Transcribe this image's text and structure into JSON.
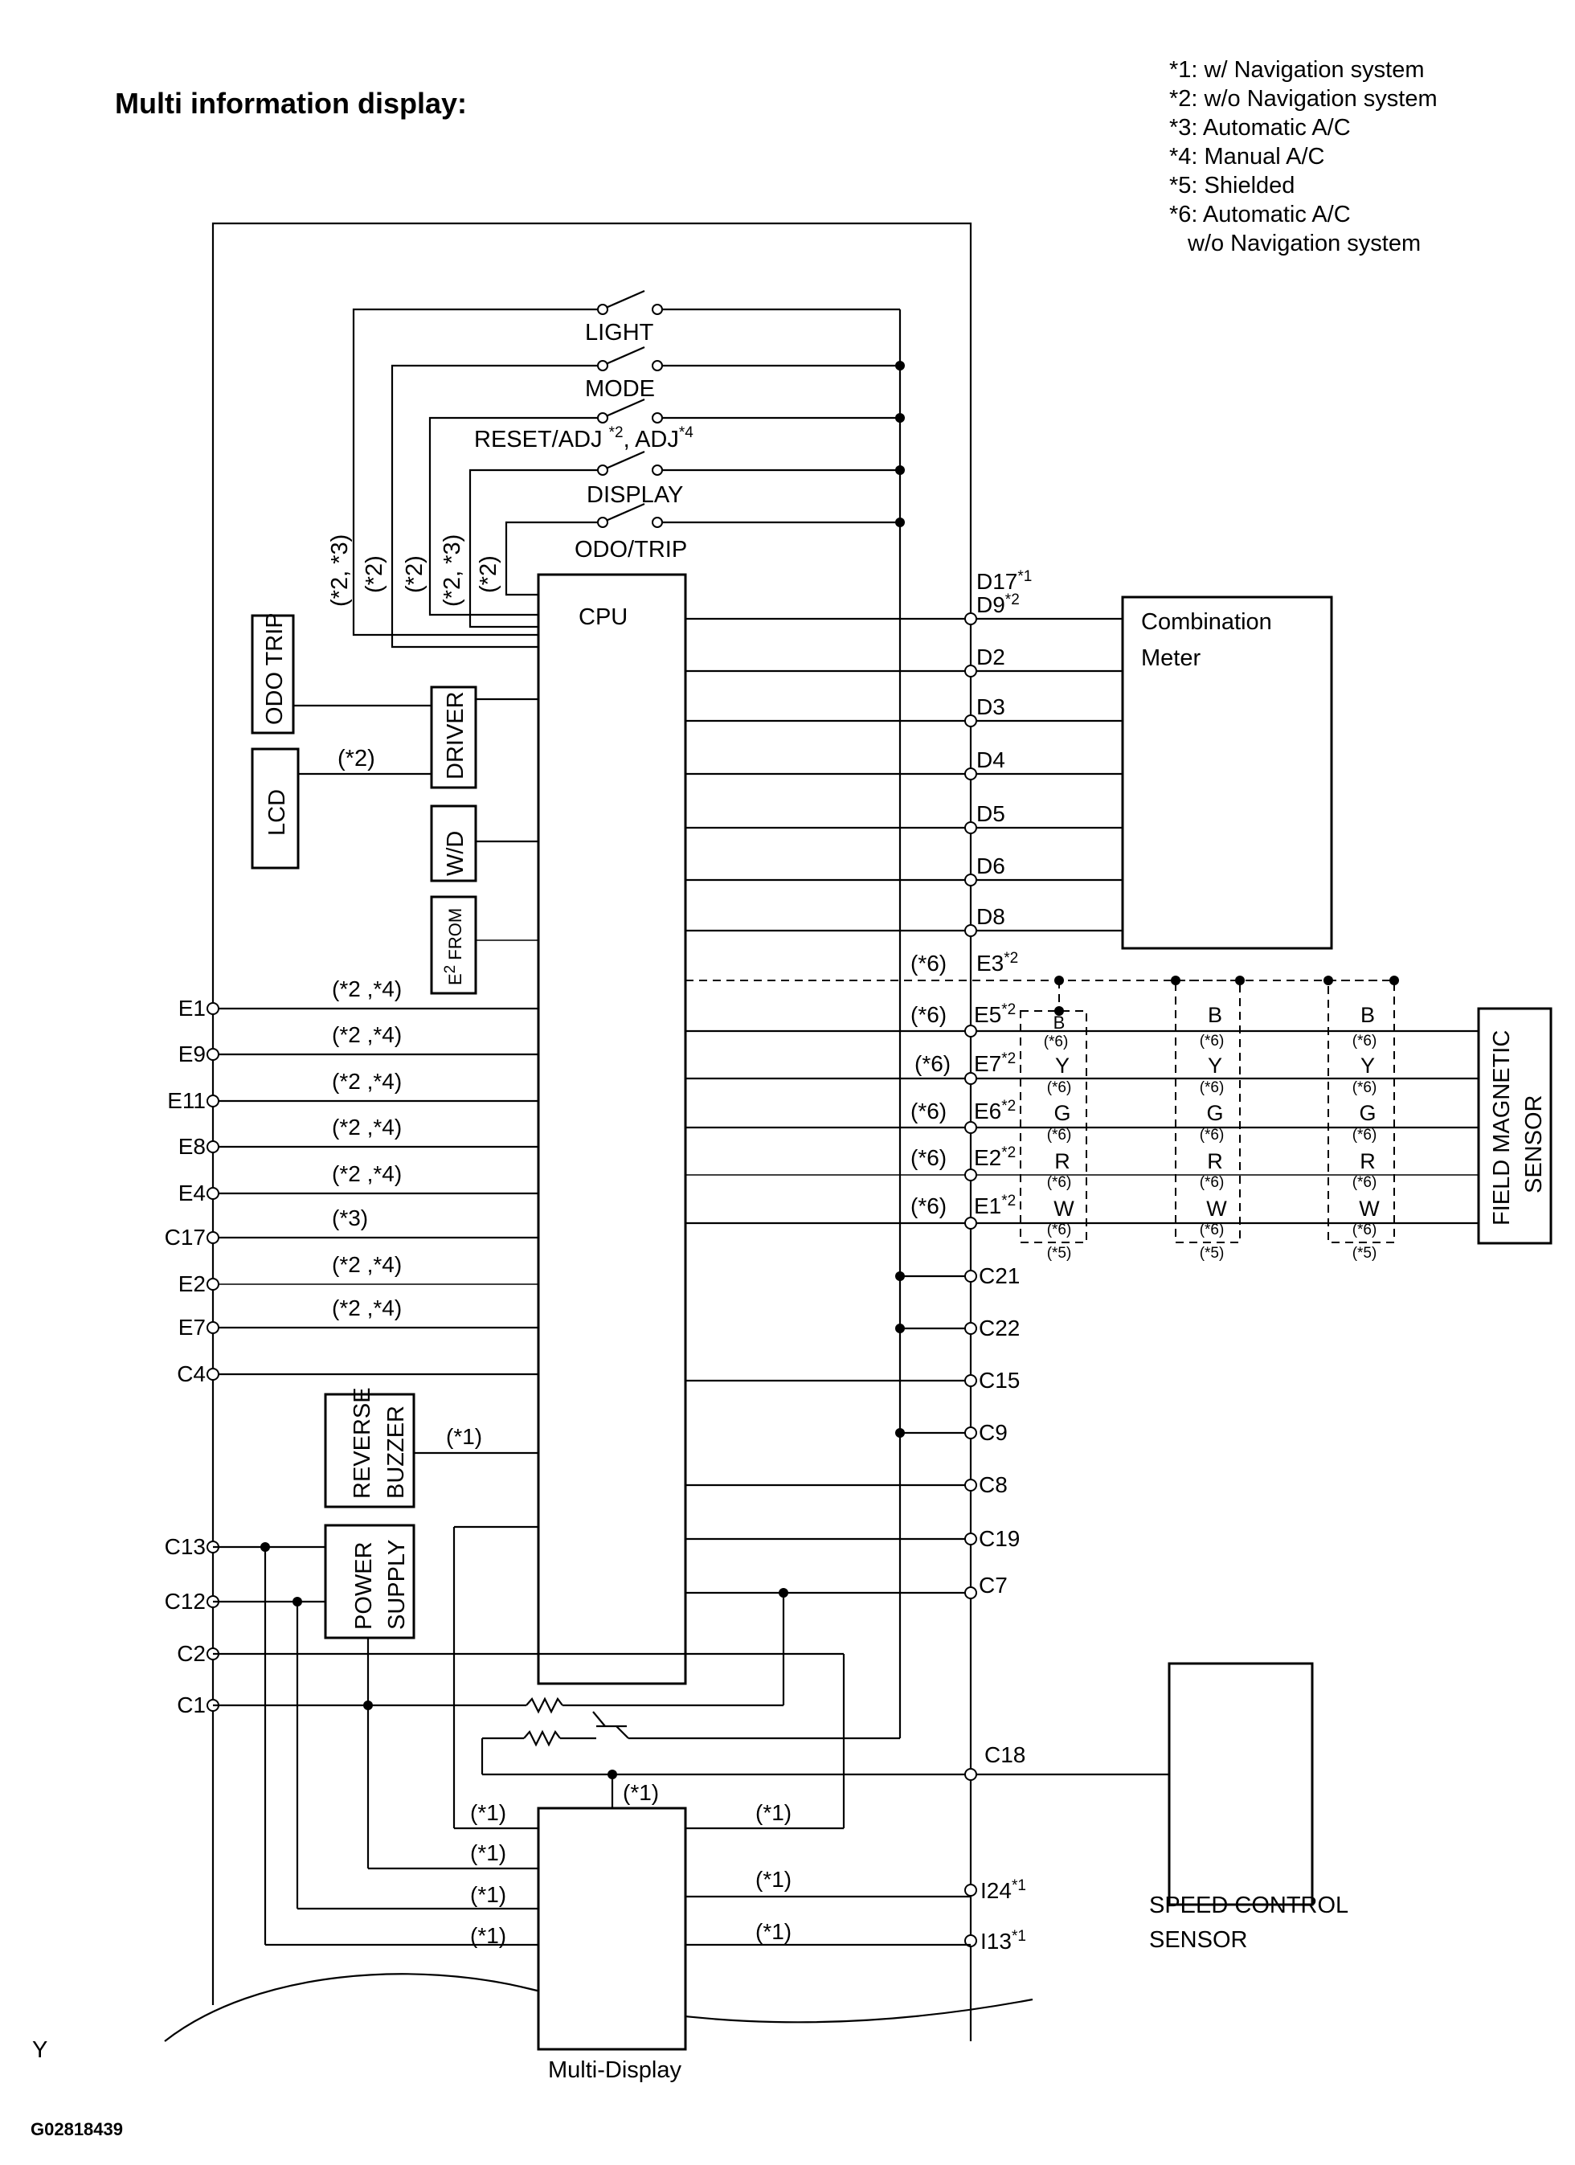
{
  "title": "Multi information display:",
  "notes": [
    "*1: w/ Navigation system",
    "*2: w/o Navigation system",
    "*3: Automatic A/C",
    "*4: Manual A/C",
    "*5: Shielded",
    "*6: Automatic A/C",
    "w/o Navigation system"
  ],
  "switches": [
    "LIGHT",
    "MODE",
    "RESET/ADJ",
    "DISPLAY",
    "ODO/TRIP"
  ],
  "reset_note": {
    "sup1": "*2",
    "adj": ", ADJ",
    "sup2": "*4"
  },
  "switch_wire_notes": [
    "(*2, *3)",
    "(*2)",
    "(*2)",
    "(*2, *3)",
    "(*2)"
  ],
  "components": {
    "cpu": "CPU",
    "odo_trip": "ODO TRIP",
    "lcd": "LCD",
    "driver": "DRIVER",
    "wd": "W/D",
    "e2from": {
      "e": "E",
      "sup": "2",
      "rest": " FROM"
    },
    "reverse_buzzer": [
      "REVERSE",
      "BUZZER"
    ],
    "power_supply": [
      "POWER",
      "SUPPLY"
    ],
    "combination_meter": [
      "Combination",
      "Meter"
    ],
    "field_sensor": [
      "FIELD MAGNETIC",
      "SENSOR"
    ],
    "speed_sensor": [
      "SPEED CONTROL",
      "SENSOR"
    ],
    "multi_display": "Multi-Display"
  },
  "lcd_note": "(*2)",
  "meter_pins": [
    {
      "pin": "D17",
      "sup": "*1"
    },
    {
      "pin": "D9",
      "sup": "*2"
    },
    {
      "pin": "D2"
    },
    {
      "pin": "D3"
    },
    {
      "pin": "D4"
    },
    {
      "pin": "D5"
    },
    {
      "pin": "D6"
    },
    {
      "pin": "D8"
    }
  ],
  "sensor_pins": [
    {
      "note": "(*6)",
      "pin": "E3",
      "sup": "*2"
    },
    {
      "note": "(*6)",
      "pin": "E5",
      "sup": "*2"
    },
    {
      "note": "(*6)",
      "pin": "E7",
      "sup": "*2"
    },
    {
      "note": "(*6)",
      "pin": "E6",
      "sup": "*2"
    },
    {
      "note": "(*6)",
      "pin": "E2",
      "sup": "*2"
    },
    {
      "note": "(*6)",
      "pin": "E1",
      "sup": "*2"
    }
  ],
  "wire_colors": [
    "B",
    "Y",
    "G",
    "R",
    "W"
  ],
  "wire_note": "(*6)",
  "shield_note": "(*5)",
  "left_pins": [
    {
      "pin": "E1",
      "note": "(*2 ,*4)"
    },
    {
      "pin": "E9",
      "note": "(*2 ,*4)"
    },
    {
      "pin": "E11",
      "note": "(*2 ,*4)"
    },
    {
      "pin": "E8",
      "note": "(*2 ,*4)"
    },
    {
      "pin": "E4",
      "note": "(*2 ,*4)"
    },
    {
      "pin": "C17",
      "note": "(*3)"
    },
    {
      "pin": "E2",
      "note": "(*2 ,*4)"
    },
    {
      "pin": "E7",
      "note": "(*2 ,*4)"
    },
    {
      "pin": "C4",
      "note": ""
    },
    {
      "pin": "C13",
      "note": ""
    },
    {
      "pin": "C12",
      "note": ""
    },
    {
      "pin": "C2",
      "note": ""
    },
    {
      "pin": "C1",
      "note": ""
    }
  ],
  "right_pins": [
    {
      "pin": "C21"
    },
    {
      "pin": "C22"
    },
    {
      "pin": "C15"
    },
    {
      "pin": "C9"
    },
    {
      "pin": "C8"
    },
    {
      "pin": "C19"
    },
    {
      "pin": "C7"
    },
    {
      "pin": "C18"
    },
    {
      "pin": "I24",
      "sup": "*1"
    },
    {
      "pin": "I13",
      "sup": "*1"
    }
  ],
  "buzzer_note": "(*1)",
  "nav_notes": [
    "(*1)",
    "(*1)",
    "(*1)",
    "(*1)",
    "(*1)",
    "(*1)",
    "(*1)",
    "(*1)"
  ],
  "footer": {
    "corner": "Y",
    "code": "G02818439"
  }
}
